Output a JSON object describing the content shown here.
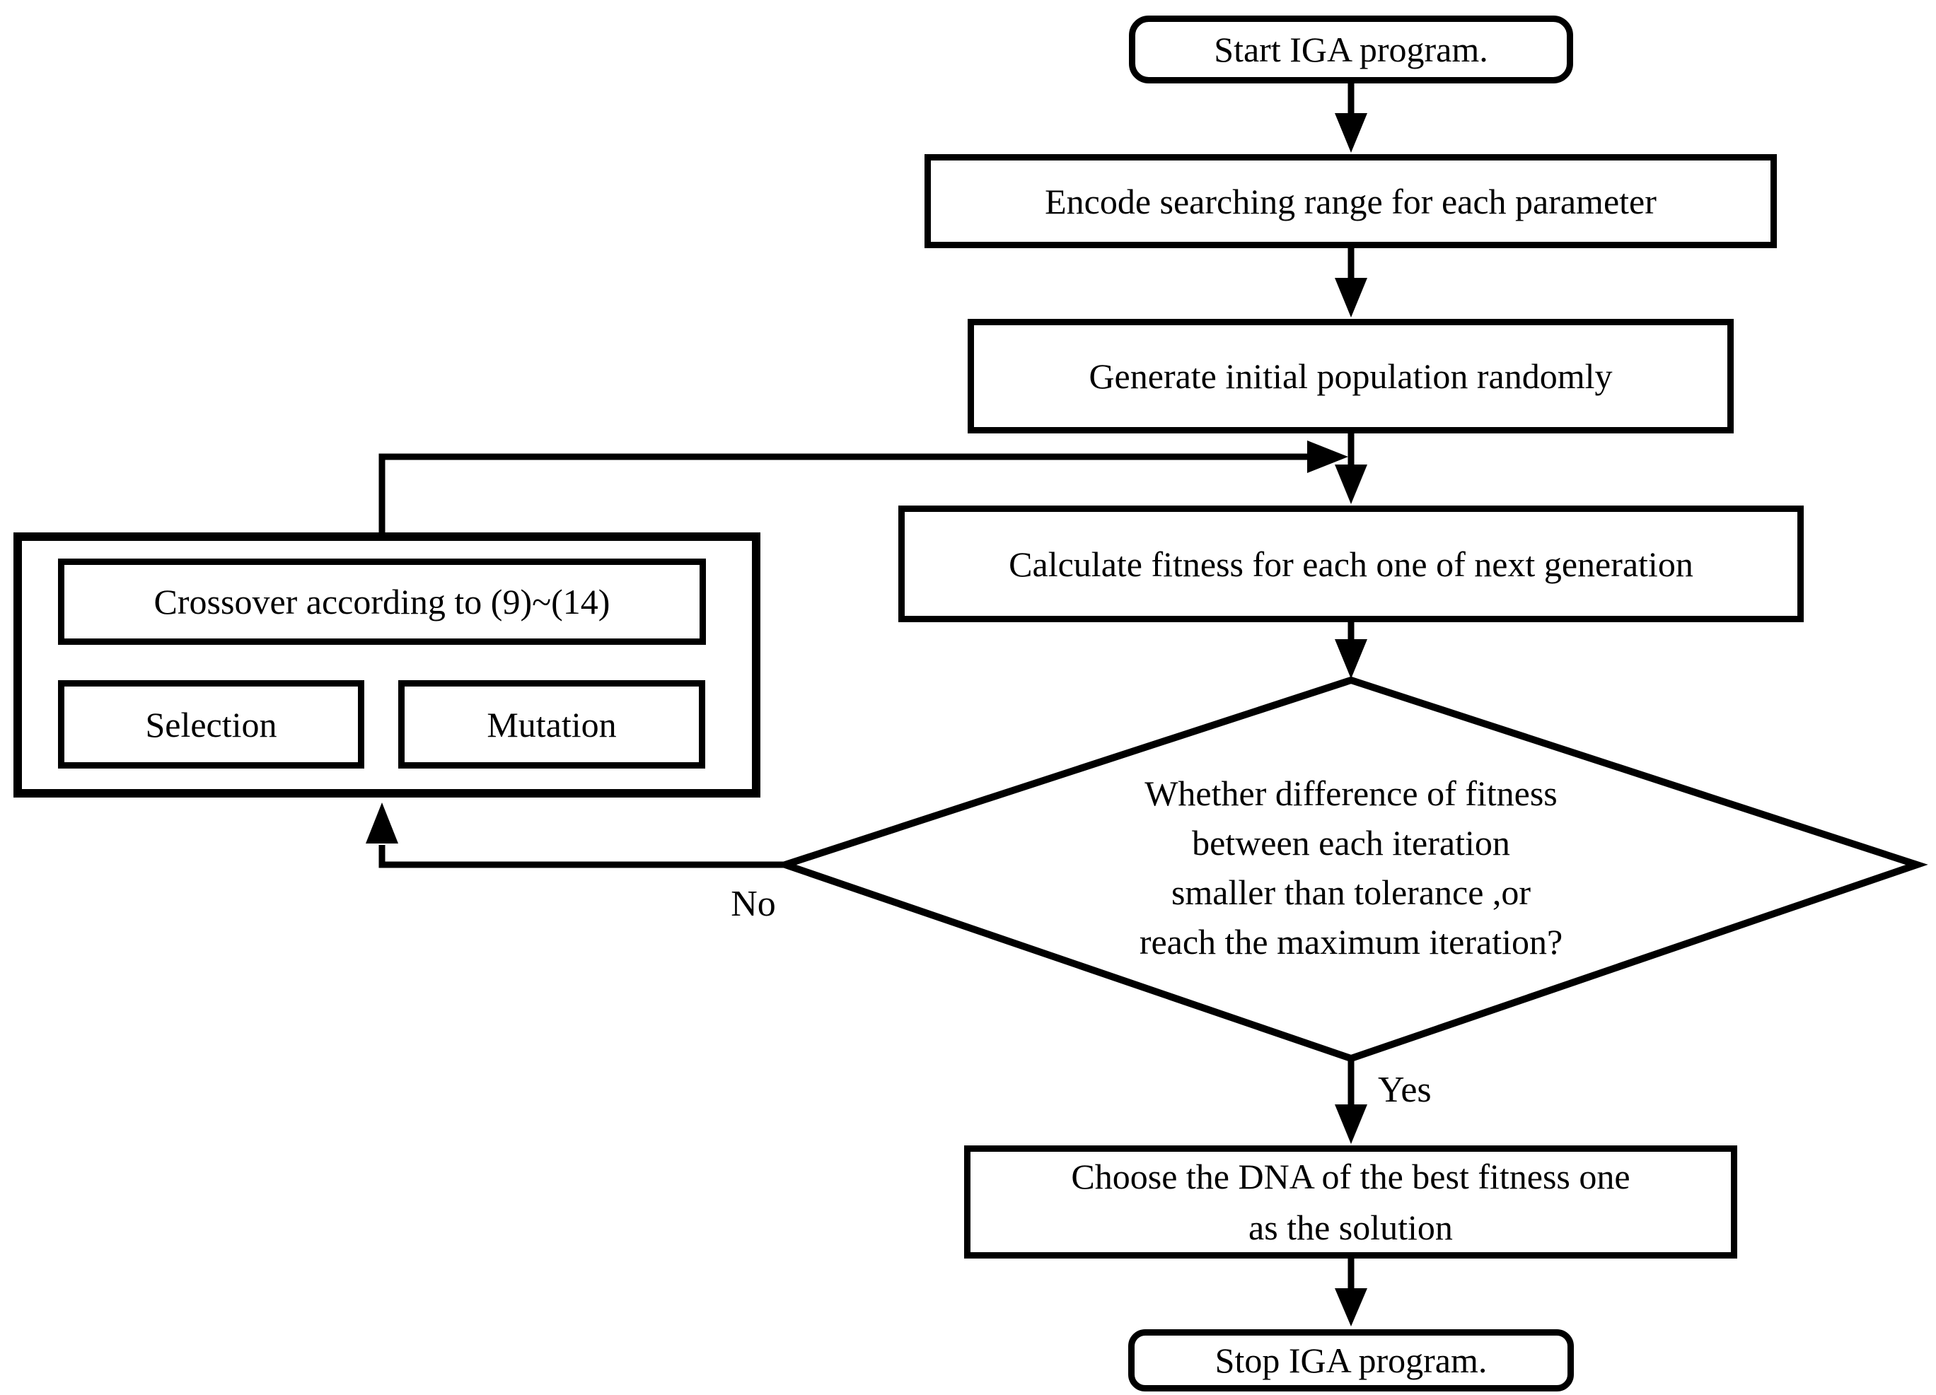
{
  "page": {
    "background_color": "#ffffff",
    "stroke_color": "#000000",
    "text_color": "#000000"
  },
  "nodes": {
    "start": {
      "label": "Start IGA program."
    },
    "encode": {
      "label": "Encode searching range for each parameter"
    },
    "generate": {
      "label": "Generate initial population randomly"
    },
    "calculate": {
      "label": "Calculate fitness for each one of next generation"
    },
    "decision": {
      "lines": [
        "Whether difference of fitness",
        "between each iteration",
        "smaller than tolerance ,or",
        "reach the maximum iteration?"
      ]
    },
    "loop": {
      "crossover": {
        "label": "Crossover according to (9)~(14)"
      },
      "selection": {
        "label": "Selection"
      },
      "mutation": {
        "label": "Mutation"
      }
    },
    "choose": {
      "lines": [
        "Choose the DNA of the best fitness one",
        "as the solution"
      ]
    },
    "stop": {
      "label": "Stop IGA program."
    }
  },
  "edge_labels": {
    "no": "No",
    "yes": "Yes"
  }
}
